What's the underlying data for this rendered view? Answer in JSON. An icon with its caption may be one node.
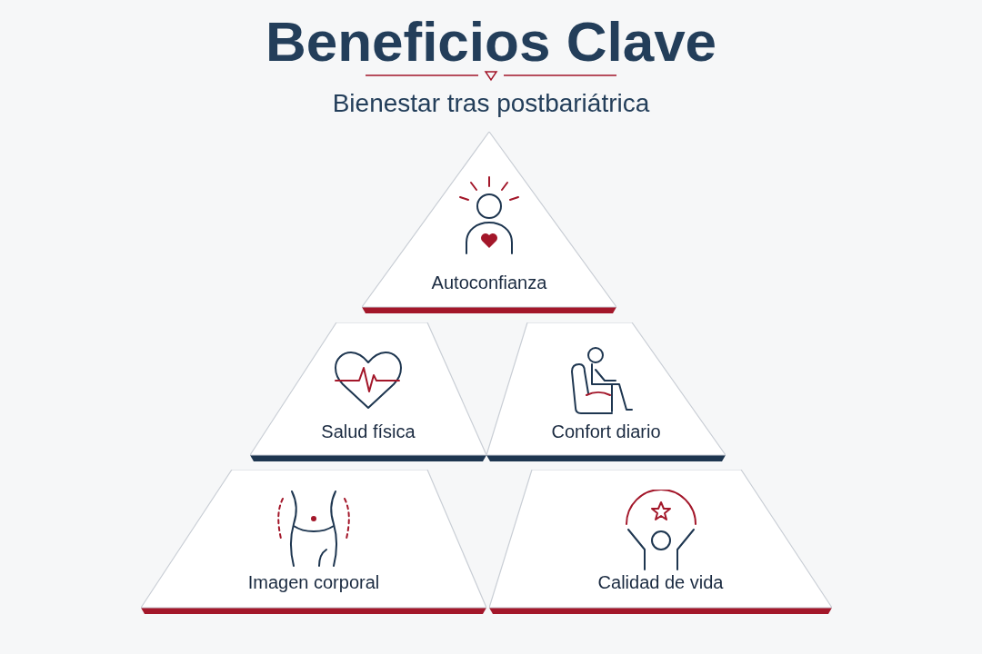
{
  "diagram": {
    "title": "Beneficios Clave",
    "caption": "Bienestar tras postbariátrica",
    "nodes": [
      {
        "text": [
          "Autoconfianza"
        ]
      },
      {
        "text": [
          "Salud física"
        ]
      },
      {
        "text": [
          "Confort diario"
        ]
      },
      {
        "text": [
          "Imagen corporal"
        ]
      },
      {
        "text": [
          "Calidad de vida"
        ]
      }
    ]
  }
}
